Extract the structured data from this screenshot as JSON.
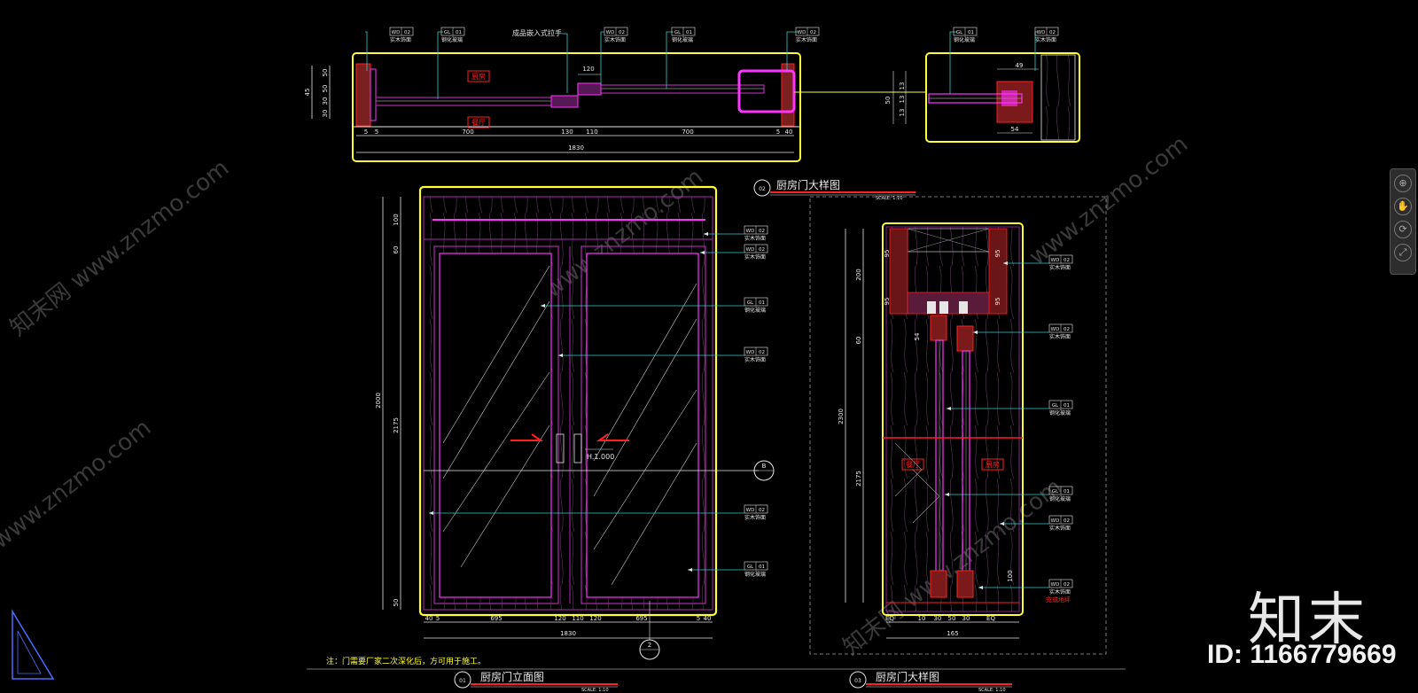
{
  "plan": {
    "dims_bottom": [
      "5",
      "5",
      "700",
      "130",
      "110",
      "700",
      "5",
      "40"
    ],
    "total": "1830",
    "side_dims": [
      "50",
      "50",
      "30",
      "30",
      "45"
    ],
    "label_room1": "厨房",
    "label_room2": "餐厅",
    "handle_note": "成品嵌入式拉手",
    "dim_120": "120",
    "callouts": [
      {
        "tag": "WD 02",
        "text": "实木饰面"
      },
      {
        "tag": "GL 01",
        "text": "钢化玻璃"
      },
      {
        "tag": "WD 02",
        "text": "实木饰面"
      },
      {
        "tag": "GL 01",
        "text": "钢化玻璃"
      },
      {
        "tag": "WD 02",
        "text": "实木饰面"
      }
    ]
  },
  "plan_detail": {
    "dims": [
      "49",
      "54",
      "50",
      "13",
      "13",
      "13"
    ],
    "callouts": [
      {
        "tag": "GL 01",
        "text": "钢化玻璃"
      },
      {
        "tag": "WD 02",
        "text": "实木饰面"
      }
    ]
  },
  "detail_title_top": {
    "num": "02",
    "title": "厨房门大样图",
    "scale": "SCALE: 1:10"
  },
  "elevation": {
    "left_dims": [
      "100",
      "60",
      "2000",
      "2175",
      "50"
    ],
    "bottom_dims": [
      "40",
      "5",
      "695",
      "120",
      "110",
      "120",
      "695",
      "5",
      "40"
    ],
    "total": "1830",
    "height_mark": "H.1.000",
    "section_mark": "B",
    "section_mark2": "2",
    "callouts": [
      {
        "tag": "WD 02",
        "text": "实木饰面"
      },
      {
        "tag": "WD 02",
        "text": "实木饰面"
      },
      {
        "tag": "GL 01",
        "text": "钢化玻璃"
      },
      {
        "tag": "WD 02",
        "text": "实木饰面"
      },
      {
        "tag": "WD 02",
        "text": "实木饰面"
      },
      {
        "tag": "GL 01",
        "text": "钢化玻璃"
      }
    ],
    "note": "注：门需要厂家二次深化后，方可用于施工。",
    "title": {
      "num": "01",
      "title": "厨房门立面图",
      "scale": "SCALE: 1:10"
    }
  },
  "section": {
    "left_dims": [
      "200",
      "60",
      "2300",
      "2175",
      "100"
    ],
    "small_dims": [
      "95",
      "95",
      "95",
      "95",
      "54"
    ],
    "bottom_dims": [
      "EQ",
      "10",
      "30",
      "50",
      "30",
      "EQ"
    ],
    "total": "165",
    "label_room1": "餐厅",
    "label_room2": "厨房",
    "floor_note": "完成地坪",
    "callouts": [
      {
        "tag": "WD 02",
        "text": "实木饰面"
      },
      {
        "tag": "WD 02",
        "text": "实木饰面"
      },
      {
        "tag": "GL 01",
        "text": "钢化玻璃"
      },
      {
        "tag": "GL 01",
        "text": "钢化玻璃"
      },
      {
        "tag": "WD 02",
        "text": "实木饰面"
      },
      {
        "tag": "WD 02",
        "text": "实木饰面"
      }
    ],
    "title": {
      "num": "03",
      "title": "厨房门大样图",
      "scale": "SCALE: 1:10"
    }
  },
  "watermarks": [
    "知末网 www.znzmo.com",
    "知末网 www.znzmo.com",
    "www.znzmo.com",
    "知末网 www.znzmo.com",
    "www.znzmo.com"
  ],
  "brand": "知末",
  "id_text": "ID: 1166779669",
  "colors": {
    "yellow": "#ffff33",
    "magenta": "#ff33ff",
    "cyan": "#33cccc",
    "red": "#ff2020",
    "white": "#e6e6e6",
    "gray": "#9a9a9a",
    "purple": "#b02ab0"
  }
}
